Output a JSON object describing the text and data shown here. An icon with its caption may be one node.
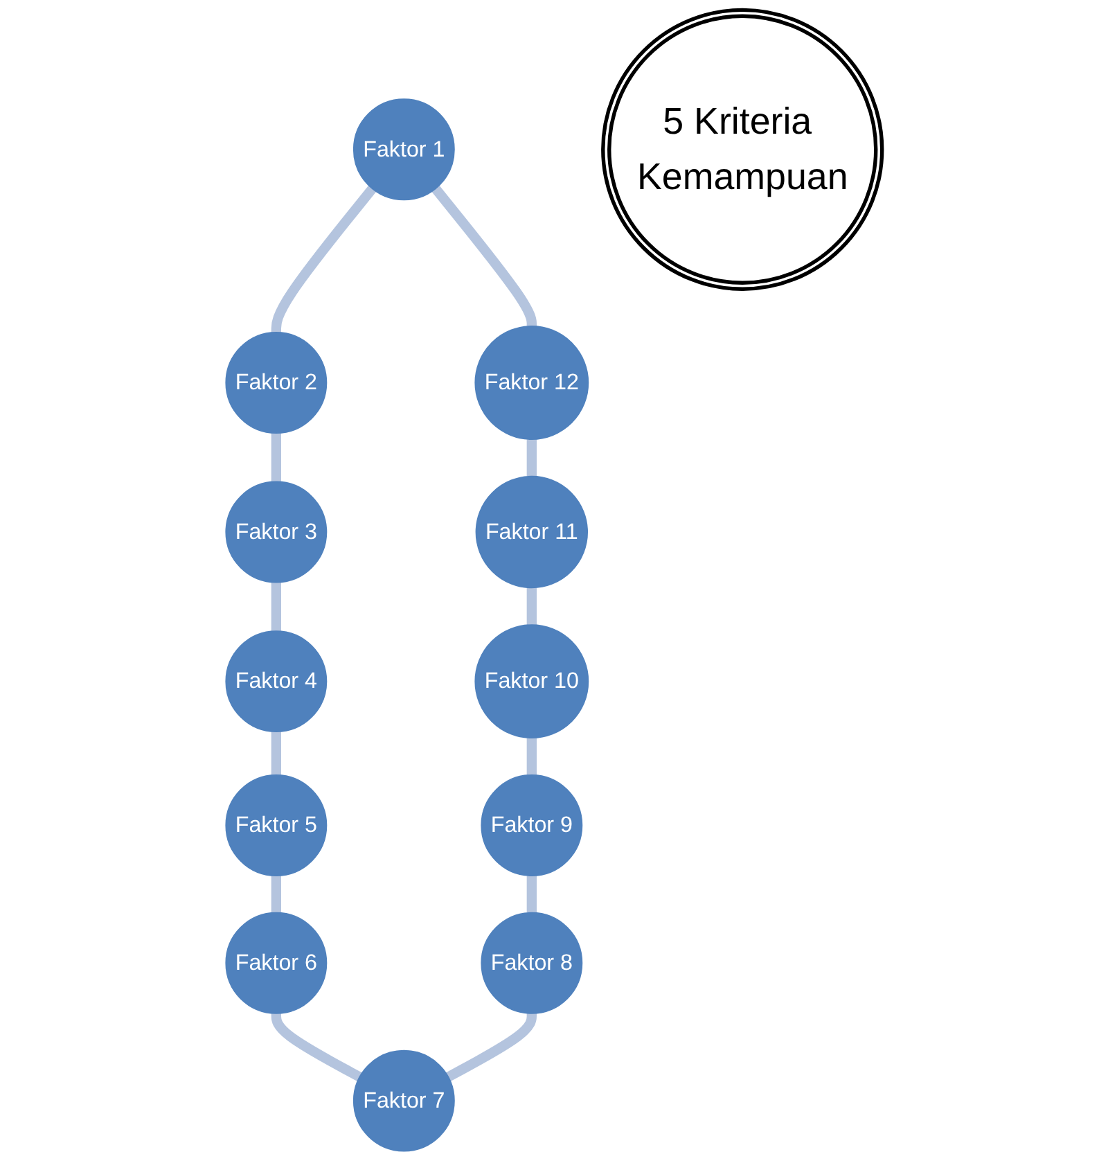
{
  "diagram": {
    "nodes": [
      {
        "text": [
          "Faktor 1"
        ]
      },
      {
        "text": [
          "Faktor 2"
        ]
      },
      {
        "text": [
          "Faktor 3"
        ]
      },
      {
        "text": [
          "Faktor 4"
        ]
      },
      {
        "text": [
          "Faktor 5"
        ]
      },
      {
        "text": [
          "Faktor 6"
        ]
      },
      {
        "text": [
          "Faktor 7"
        ]
      },
      {
        "text": [
          "Faktor 8"
        ]
      },
      {
        "text": [
          "Faktor 9"
        ]
      },
      {
        "text": [
          "Faktor 10"
        ]
      },
      {
        "text": [
          "Faktor 11"
        ]
      },
      {
        "text": [
          "Faktor 12"
        ]
      },
      {
        "text": [
          "5 Kriteria Kemampuan"
        ]
      }
    ],
    "edges": [
      {
        "from": 0,
        "to": 1,
        "arrow": "none"
      },
      {
        "from": 1,
        "to": 2,
        "arrow": "none"
      },
      {
        "from": 2,
        "to": 3,
        "arrow": "none"
      },
      {
        "from": 3,
        "to": 4,
        "arrow": "none"
      },
      {
        "from": 4,
        "to": 5,
        "arrow": "none"
      },
      {
        "from": 5,
        "to": 6,
        "arrow": "none"
      },
      {
        "from": 7,
        "to": 6,
        "arrow": "none"
      },
      {
        "from": 8,
        "to": 7,
        "arrow": "none"
      },
      {
        "from": 9,
        "to": 8,
        "arrow": "none"
      },
      {
        "from": 10,
        "to": 9,
        "arrow": "none"
      },
      {
        "from": 11,
        "to": 10,
        "arrow": "none"
      },
      {
        "from": 0,
        "to": 11,
        "arrow": "none"
      }
    ]
  }
}
